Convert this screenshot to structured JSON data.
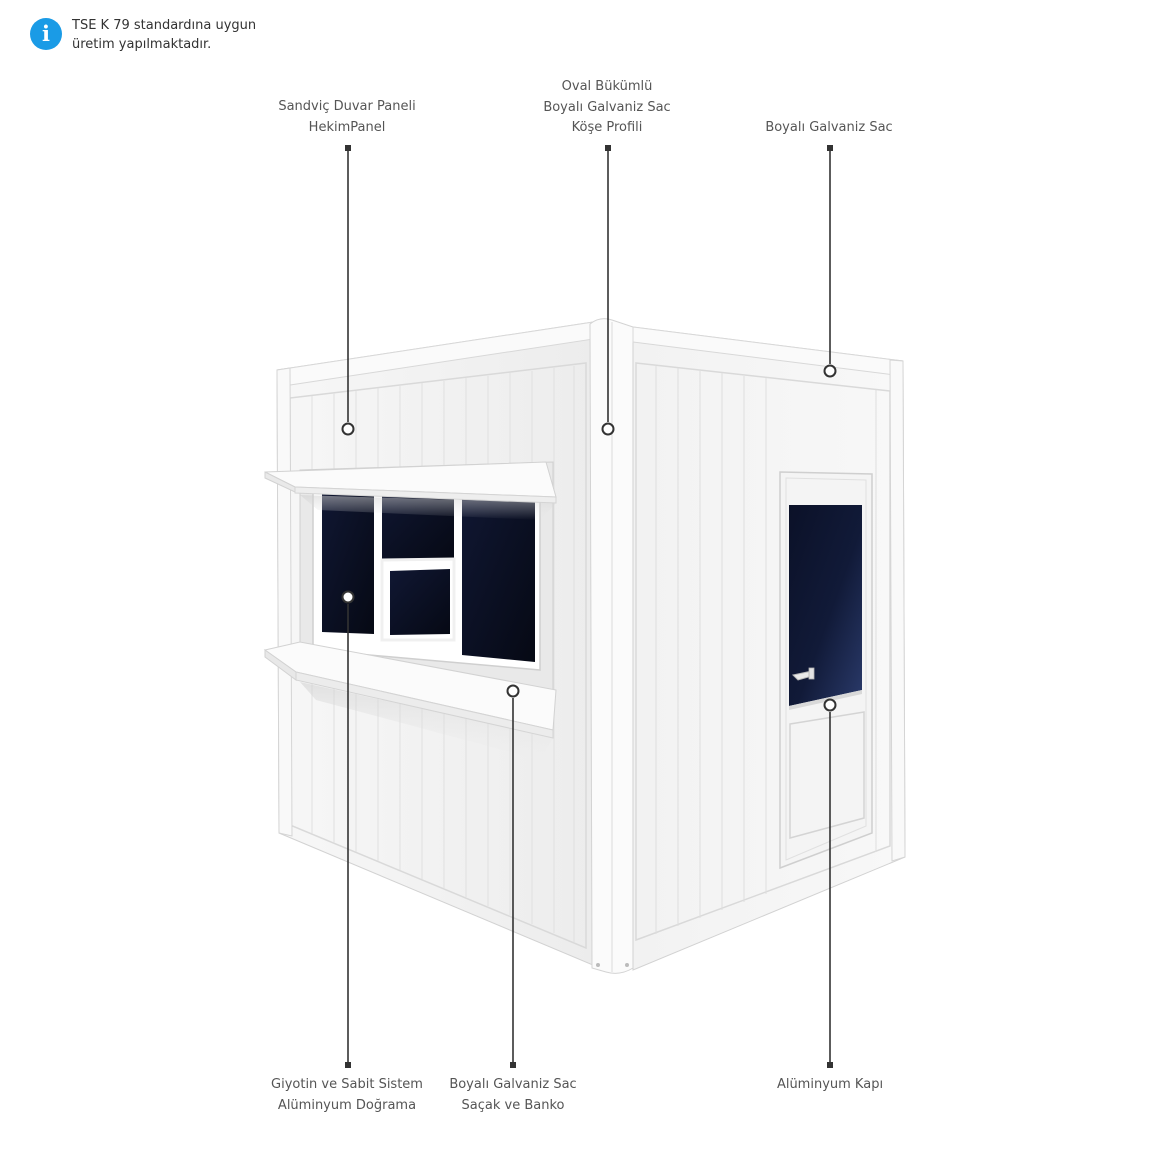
{
  "info": {
    "icon": "info-icon",
    "line1": "TSE K 79 standardına uygun",
    "line2": "üretim yapılmaktadır."
  },
  "callouts": [
    {
      "id": "wall-panel",
      "lines": [
        "Sandviç Duvar Paneli",
        "HekimPanel"
      ]
    },
    {
      "id": "corner-profile",
      "lines": [
        "Oval Bükümlü",
        "Boyalı Galvaniz Sac",
        "Köşe Profili"
      ]
    },
    {
      "id": "sheet-roof",
      "lines": [
        "Boyalı Galvaniz Sac"
      ]
    },
    {
      "id": "window-system",
      "lines": [
        "Giyotin ve Sabit Sistem",
        "Alüminyum Doğrama"
      ]
    },
    {
      "id": "canopy-counter",
      "lines": [
        "Boyalı Galvaniz Sac",
        "Saçak ve Banko"
      ]
    },
    {
      "id": "door",
      "lines": [
        "Alüminyum Kapı"
      ]
    }
  ],
  "colors": {
    "accent": "#1a9be6",
    "leader": "#333333",
    "panel": "#f4f4f4",
    "glass": "#0d1226"
  }
}
